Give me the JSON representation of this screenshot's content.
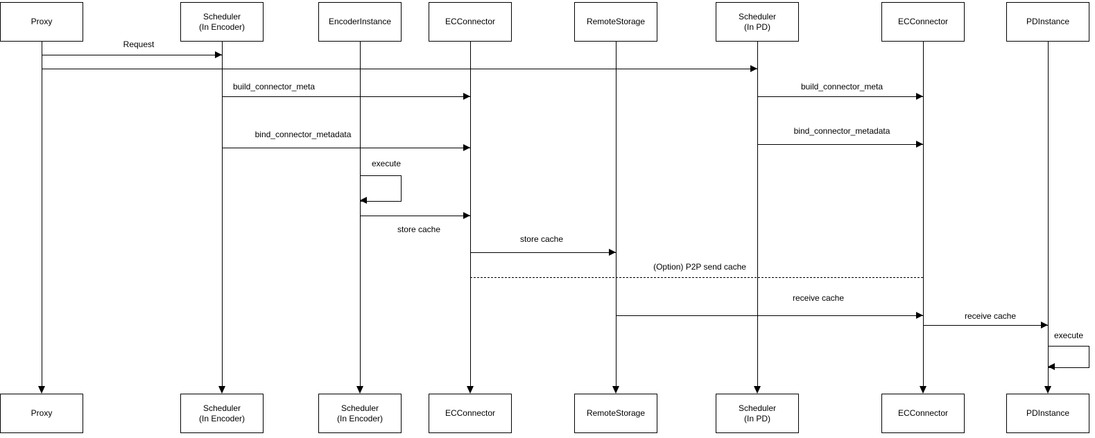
{
  "diagram": {
    "type": "sequence-diagram",
    "background": "#ffffff",
    "line_color": "#000000",
    "text_color": "#000000",
    "box_fill": "#ffffff",
    "actors_top": [
      {
        "label": "Proxy"
      },
      {
        "label": "Scheduler\n(In Encoder)"
      },
      {
        "label": "EncoderInstance"
      },
      {
        "label": "ECConnector"
      },
      {
        "label": "RemoteStorage"
      },
      {
        "label": "Scheduler\n(In PD)"
      },
      {
        "label": "ECConnector"
      },
      {
        "label": "PDInstance"
      }
    ],
    "actors_bottom": [
      {
        "label": "Proxy"
      },
      {
        "label": "Scheduler\n(In Encoder)"
      },
      {
        "label": "Scheduler\n(In Encoder)"
      },
      {
        "label": "ECConnector"
      },
      {
        "label": "RemoteStorage"
      },
      {
        "label": "Scheduler\n(In PD)"
      },
      {
        "label": "ECConnector"
      },
      {
        "label": "PDInstance"
      }
    ],
    "messages": [
      {
        "label": "Request",
        "from": "Proxy",
        "to": "Scheduler (In Encoder)",
        "style": "solid"
      },
      {
        "label": "",
        "from": "Proxy",
        "to": "Scheduler (In PD)",
        "style": "solid"
      },
      {
        "label": "build_connector_meta",
        "from": "Scheduler (In Encoder)",
        "to": "ECConnector",
        "style": "solid"
      },
      {
        "label": "build_connector_meta",
        "from": "Scheduler (In PD)",
        "to": "ECConnector",
        "style": "solid"
      },
      {
        "label": "bind_connector_metadata",
        "from": "Scheduler (In Encoder)",
        "to": "ECConnector",
        "style": "solid"
      },
      {
        "label": "bind_connector_metadata",
        "from": "Scheduler (In PD)",
        "to": "ECConnector",
        "style": "solid"
      },
      {
        "label": "execute",
        "from": "EncoderInstance",
        "to": "EncoderInstance",
        "style": "self-loop"
      },
      {
        "label": "store cache",
        "from": "EncoderInstance",
        "to": "ECConnector",
        "style": "solid",
        "label_position": "below"
      },
      {
        "label": "store cache",
        "from": "ECConnector",
        "to": "RemoteStorage",
        "style": "solid"
      },
      {
        "label": "(Option) P2P send cache",
        "from": "ECConnector",
        "to": "ECConnector",
        "style": "dashed"
      },
      {
        "label": "receive cache",
        "from": "RemoteStorage",
        "to": "ECConnector",
        "style": "solid"
      },
      {
        "label": "receive cache",
        "from": "ECConnector",
        "to": "PDInstance",
        "style": "solid"
      },
      {
        "label": "execute",
        "from": "PDInstance",
        "to": "PDInstance",
        "style": "self-loop"
      }
    ]
  }
}
